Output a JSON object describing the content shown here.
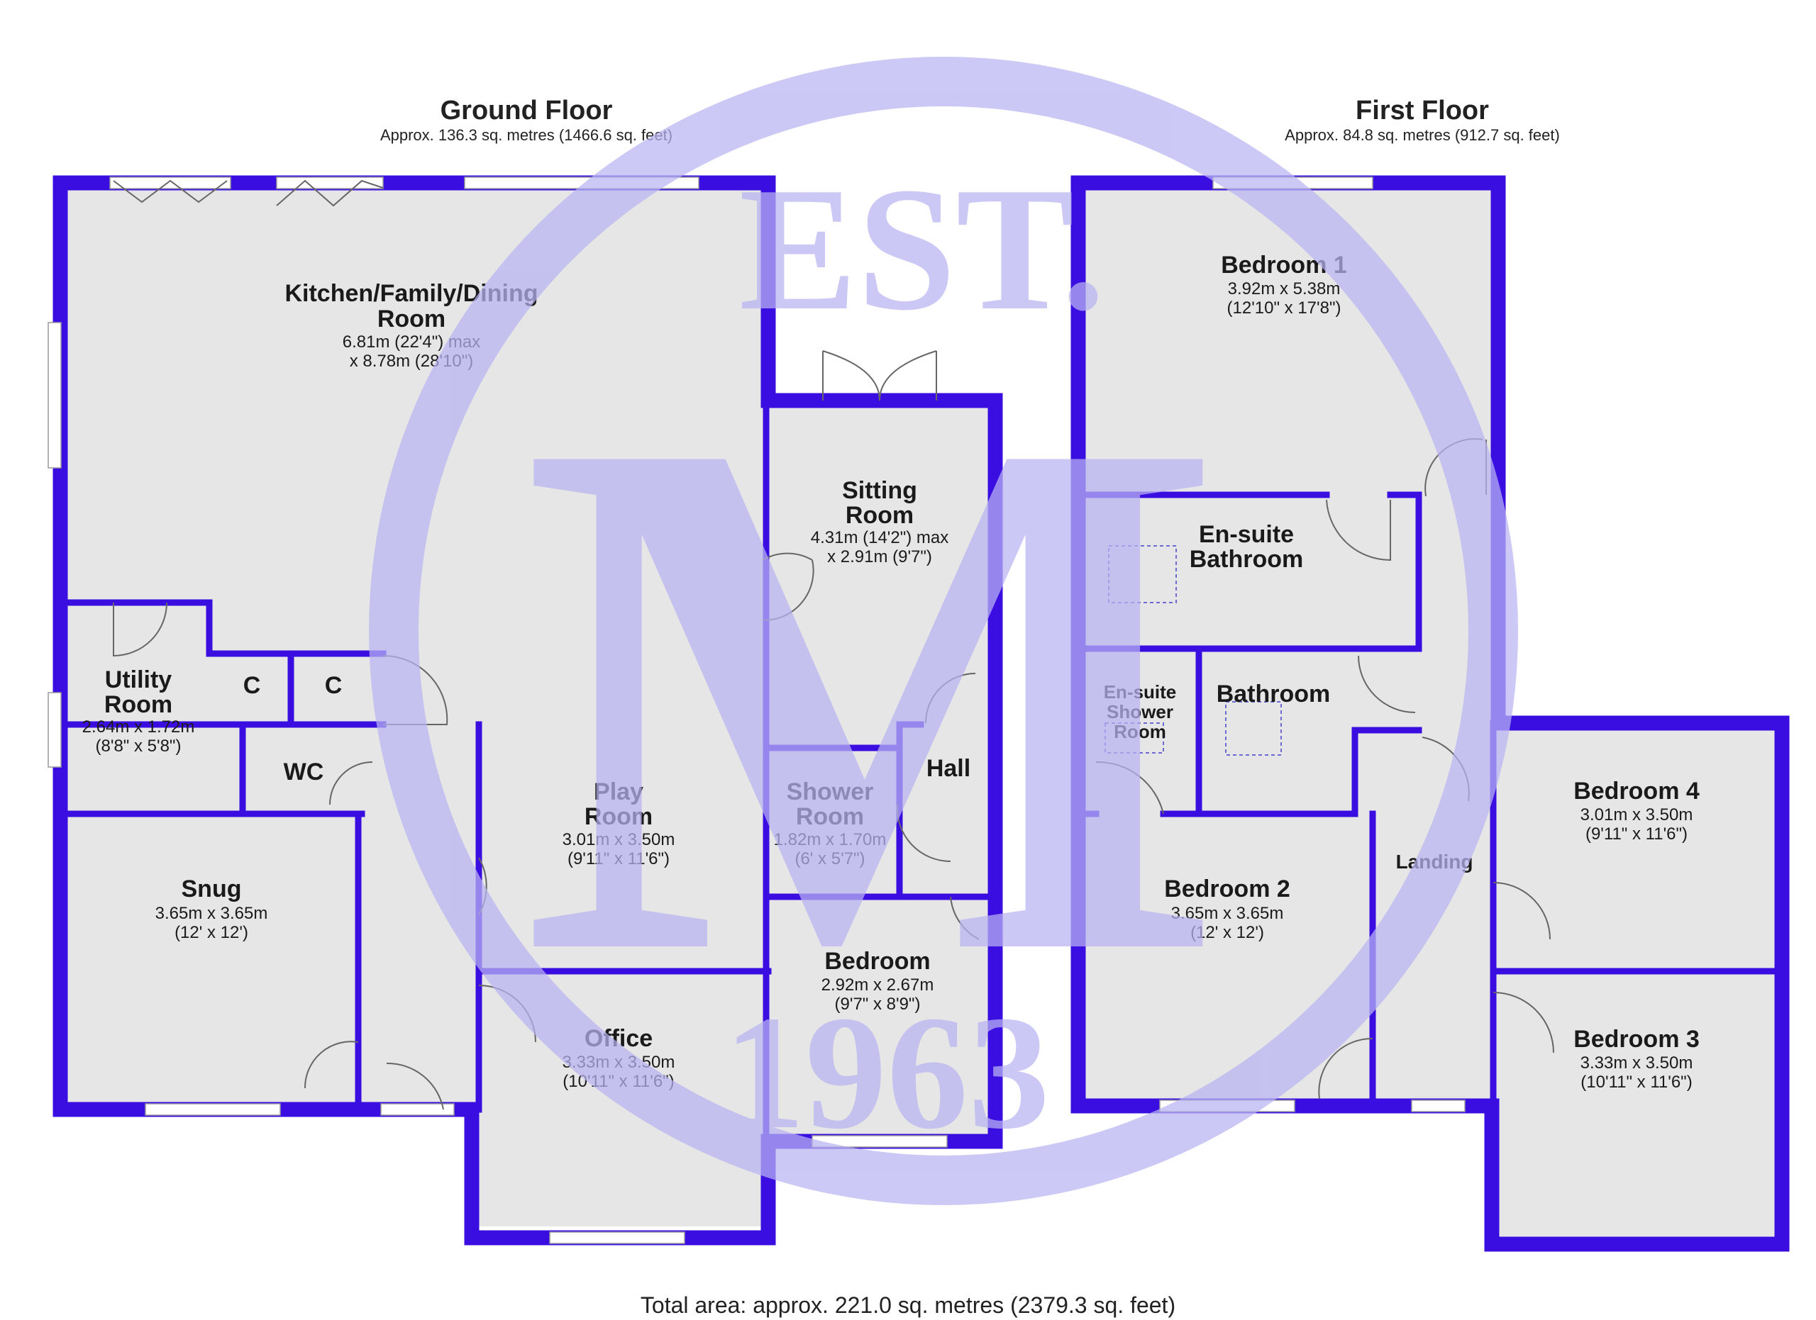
{
  "ground_floor": {
    "title": "Ground Floor",
    "area": "Approx. 136.3 sq. metres (1466.6 sq. feet)",
    "rooms": [
      {
        "name": "Kitchen/Family/Dining",
        "name2": "Room",
        "dim1": "6.81m (22'4\") max",
        "dim2": "x 8.78m (28'10\")"
      },
      {
        "name": "Sitting",
        "name2": "Room",
        "dim1": "4.31m (14'2\") max",
        "dim2": "x 2.91m (9'7\")"
      },
      {
        "name": "Utility",
        "name2": "Room",
        "dim1": "2.64m x 1.72m",
        "dim2": "(8'8\" x 5'8\")"
      },
      {
        "name": "C"
      },
      {
        "name": "C"
      },
      {
        "name": "WC"
      },
      {
        "name": "Play",
        "name2": "Room",
        "dim1": "3.01m x 3.50m",
        "dim2": "(9'11\" x 11'6\")"
      },
      {
        "name": "Shower",
        "name2": "Room",
        "dim1": "1.82m x 1.70m",
        "dim2": "(6' x 5'7\")"
      },
      {
        "name": "Hall"
      },
      {
        "name": "Snug",
        "dim1": "3.65m x 3.65m",
        "dim2": "(12' x 12')"
      },
      {
        "name": "Bedroom",
        "dim1": "2.92m x 2.67m",
        "dim2": "(9'7\" x 8'9\")"
      },
      {
        "name": "Office",
        "dim1": "3.33m x 3.50m",
        "dim2": "(10'11\" x 11'6\")"
      }
    ]
  },
  "first_floor": {
    "title": "First Floor",
    "area": "Approx. 84.8 sq. metres (912.7 sq. feet)",
    "rooms": [
      {
        "name": "Bedroom 1",
        "dim1": "3.92m x 5.38m",
        "dim2": "(12'10\" x 17'8\")"
      },
      {
        "name": "En-suite",
        "name2": "Bathroom"
      },
      {
        "name": "En-suite",
        "name2": "Shower",
        "name3": "Room"
      },
      {
        "name": "Bathroom"
      },
      {
        "name": "Bedroom 4",
        "dim1": "3.01m x 3.50m",
        "dim2": "(9'11\" x 11'6\")"
      },
      {
        "name": "Landing"
      },
      {
        "name": "Bedroom 2",
        "dim1": "3.65m x 3.65m",
        "dim2": "(12' x 12')"
      },
      {
        "name": "Bedroom 3",
        "dim1": "3.33m x 3.50m",
        "dim2": "(10'11\" x 11'6\")"
      }
    ]
  },
  "total_area": "Total area: approx. 221.0 sq. metres (2379.3 sq. feet)",
  "watermark": {
    "text1": "EST.",
    "text2": "M",
    "text3": "1963"
  },
  "colors": {
    "wall": "#3a0ee0",
    "floor": "#e6e6e6",
    "watermark": "#b9b4f3"
  }
}
